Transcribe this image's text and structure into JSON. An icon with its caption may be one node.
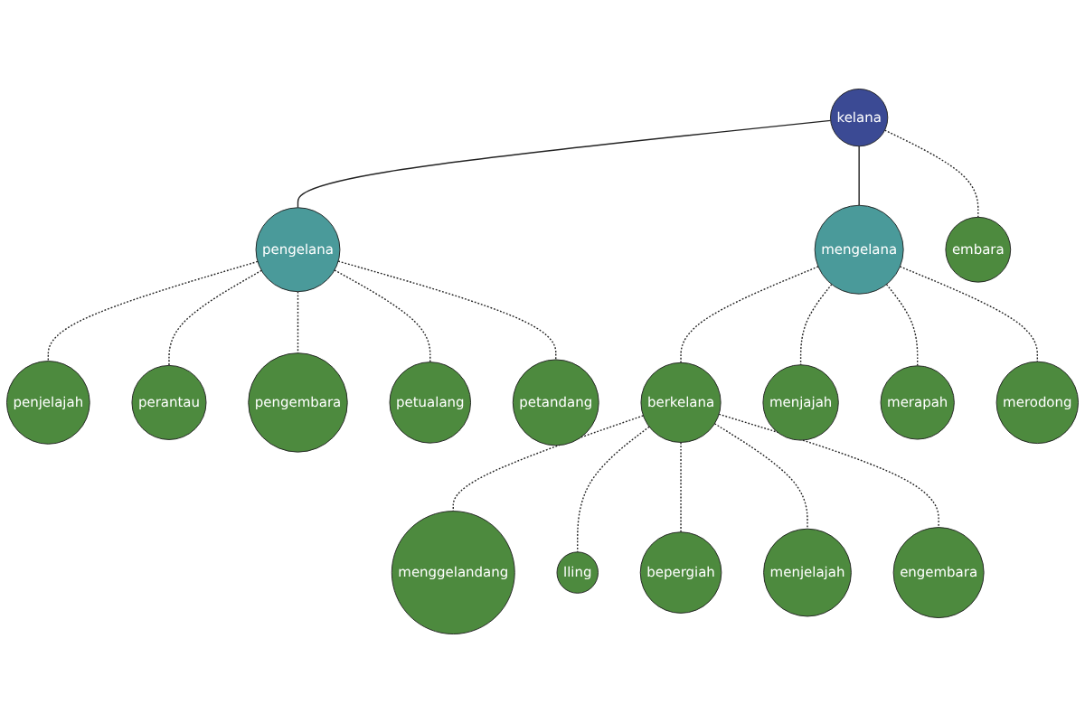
{
  "diagram": {
    "nodes": [
      {
        "text": [
          "penjelajah"
        ]
      },
      {
        "text": [
          "menggelandang"
        ]
      },
      {
        "text": [
          "perantau"
        ]
      },
      {
        "text": [
          "embara"
        ]
      },
      {
        "text": [
          "lling"
        ]
      },
      {
        "text": [
          "pengembara"
        ]
      },
      {
        "text": [
          "berkelana"
        ]
      },
      {
        "text": [
          "pengelana"
        ]
      },
      {
        "text": [
          "kelana"
        ]
      },
      {
        "text": [
          "menjelajah"
        ]
      },
      {
        "text": [
          "bepergiah"
        ]
      },
      {
        "text": [
          "engembara"
        ]
      },
      {
        "text": [
          "petualang"
        ]
      },
      {
        "text": [
          "petandang"
        ]
      },
      {
        "text": [
          "menjajah"
        ]
      },
      {
        "text": [
          "mengelana"
        ]
      },
      {
        "text": [
          "merapah"
        ]
      },
      {
        "text": [
          "merodong"
        ]
      }
    ],
    "edges": [
      {
        "from": 8,
        "to": 7,
        "arrow": "none"
      },
      {
        "from": 8,
        "to": 15,
        "arrow": "none"
      },
      {
        "from": 8,
        "to": 3,
        "arrow": "none",
        "style": "dashed"
      },
      {
        "from": 7,
        "to": 0,
        "arrow": "none",
        "style": "dashed"
      },
      {
        "from": 7,
        "to": 2,
        "arrow": "none",
        "style": "dashed"
      },
      {
        "from": 7,
        "to": 5,
        "arrow": "none",
        "style": "dashed"
      },
      {
        "from": 7,
        "to": 12,
        "arrow": "none",
        "style": "dashed"
      },
      {
        "from": 7,
        "to": 13,
        "arrow": "none",
        "style": "dashed"
      },
      {
        "from": 15,
        "to": 6,
        "arrow": "none",
        "style": "dashed"
      },
      {
        "from": 15,
        "to": 14,
        "arrow": "none",
        "style": "dashed"
      },
      {
        "from": 15,
        "to": 16,
        "arrow": "none",
        "style": "dashed"
      },
      {
        "from": 15,
        "to": 17,
        "arrow": "none",
        "style": "dashed"
      },
      {
        "from": 6,
        "to": 1,
        "arrow": "none",
        "style": "dashed"
      },
      {
        "from": 6,
        "to": 4,
        "arrow": "none",
        "style": "dashed"
      },
      {
        "from": 6,
        "to": 10,
        "arrow": "none",
        "style": "dashed"
      },
      {
        "from": 6,
        "to": 9,
        "arrow": "none",
        "style": "dashed"
      },
      {
        "from": 6,
        "to": 11,
        "arrow": "none",
        "style": "dashed"
      }
    ]
  }
}
